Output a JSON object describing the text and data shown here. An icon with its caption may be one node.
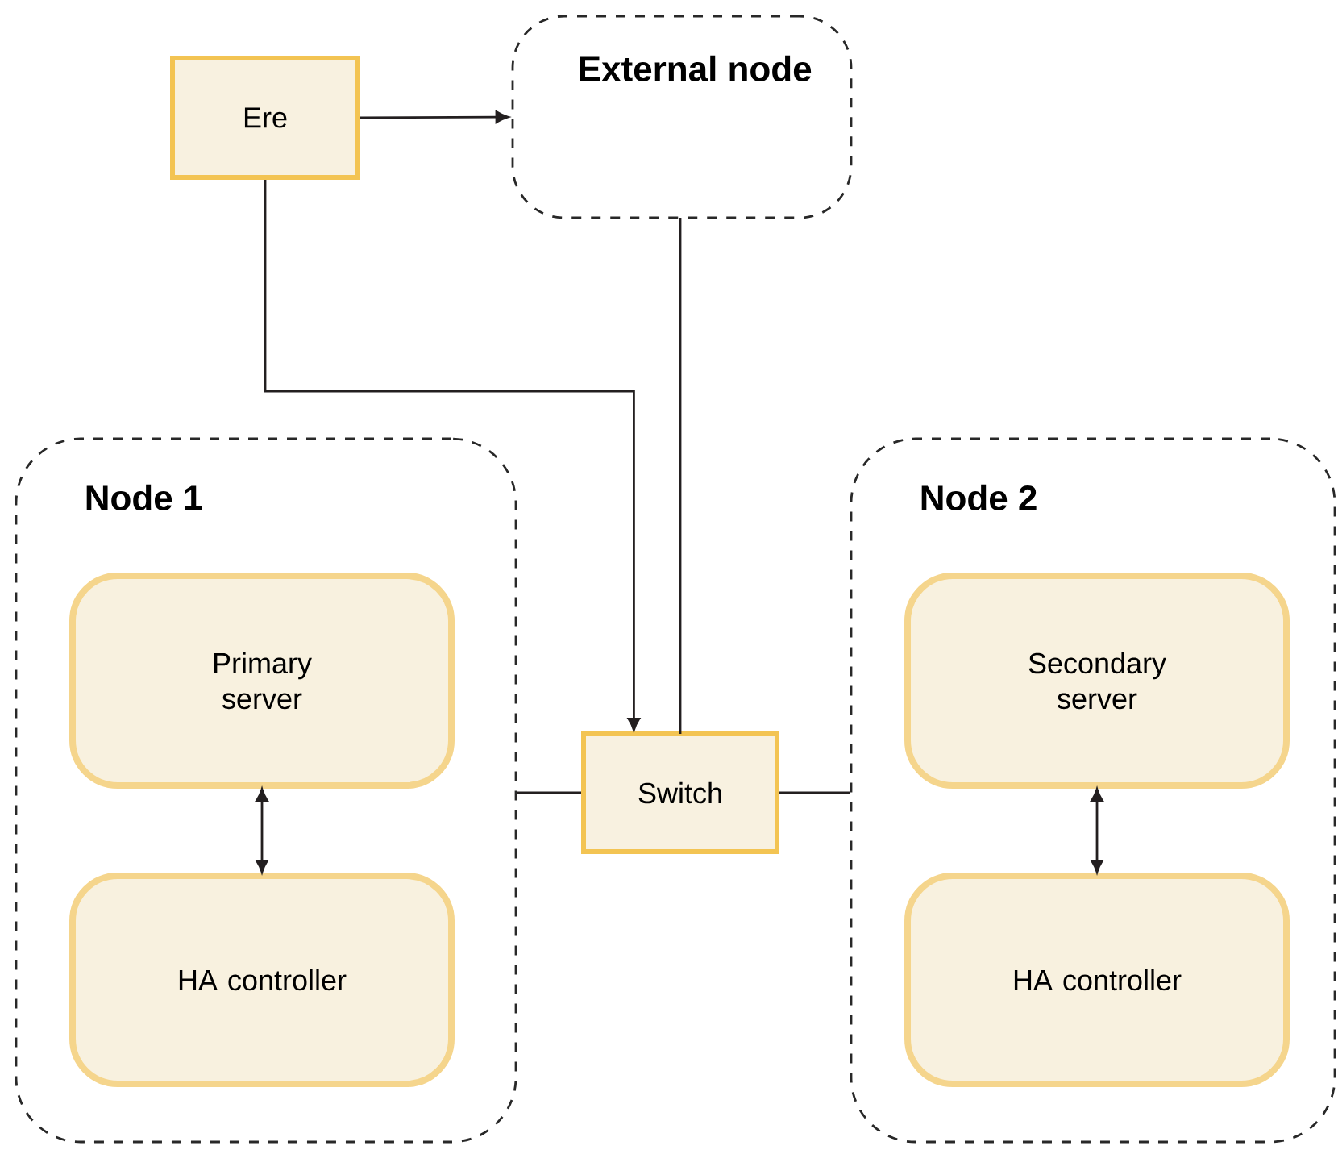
{
  "diagram": {
    "nodes": [
      {
        "text": [
          "Ere"
        ]
      },
      {
        "text": [
          "External node"
        ]
      },
      {
        "text": [
          "Node 1"
        ]
      },
      {
        "text": [
          "Primary server"
        ],
        "in": 2
      },
      {
        "text": [
          "HA controller"
        ],
        "in": 2
      },
      {
        "text": [
          "Switch"
        ]
      },
      {
        "text": [
          "Node 2"
        ]
      },
      {
        "text": [
          "Secondary server"
        ],
        "in": 6
      },
      {
        "text": [
          "HA controller"
        ],
        "in": 6
      }
    ],
    "edges": [
      {
        "from": 0,
        "to": 1,
        "arrow": "to"
      },
      {
        "from": 0,
        "to": 5,
        "arrow": "to"
      },
      {
        "from": 1,
        "to": 5,
        "arrow": "none"
      },
      {
        "from": 2,
        "to": 5,
        "arrow": "none"
      },
      {
        "from": 5,
        "to": 6,
        "arrow": "none"
      },
      {
        "from": 3,
        "to": 4,
        "arrow": "both"
      },
      {
        "from": 7,
        "to": 8,
        "arrow": "both"
      }
    ]
  }
}
